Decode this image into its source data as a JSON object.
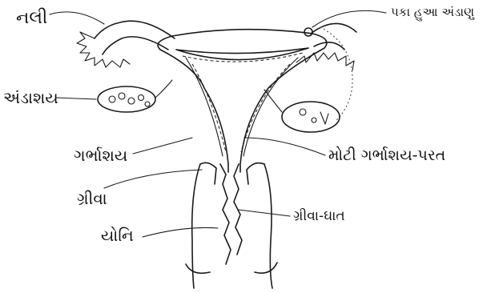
{
  "labels": {
    "tube": "નલી",
    "mature_egg": "પકા હુઆ અંડાણુ",
    "ovary": "અંડાશય",
    "uterus": "ગર્ભાશય",
    "thick_lining": "મોટી ગર્ભાશય-પરત",
    "cervix": "ગ્રીવા",
    "cervical_wound": "ગ્રીવા-ઘાત",
    "vagina": "યોનિ"
  },
  "colors": {
    "ink": "#1a1a1a",
    "background": "#ffffff"
  }
}
